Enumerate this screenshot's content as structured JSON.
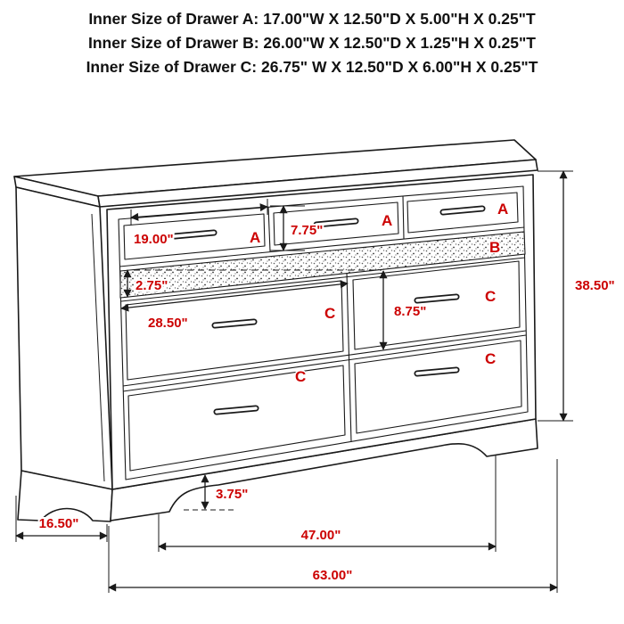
{
  "title_block": {
    "line_a": "Inner Size of Drawer A: 17.00\"W X 12.50\"D X 5.00\"H X 0.25\"T",
    "line_b": "Inner Size of Drawer B: 26.00\"W X 12.50\"D X 1.25\"H X 0.25\"T",
    "line_c": "Inner Size of Drawer C: 26.75\" W X 12.50\"D X 6.00\"H X 0.25\"T"
  },
  "drawer_labels": {
    "a1": "A",
    "a2": "A",
    "a3": "A",
    "b": "B",
    "c_top_left": "C",
    "c_top_right": "C",
    "c_bottom_left": "C",
    "c_bottom_right": "C"
  },
  "dimensions": {
    "drawer_a_width": "19.00\"",
    "drawer_a_front_height": "7.75\"",
    "drawer_b_front_height": "2.75\"",
    "drawer_c_width": "28.50\"",
    "drawer_c_front_height": "8.75\"",
    "overall_height": "38.50\"",
    "foot_height": "3.75\"",
    "depth": "16.50\"",
    "feet_span": "47.00\"",
    "overall_width": "63.00\""
  },
  "colors": {
    "annotation_red": "#cc0000",
    "line_black": "#1a1a1a"
  }
}
